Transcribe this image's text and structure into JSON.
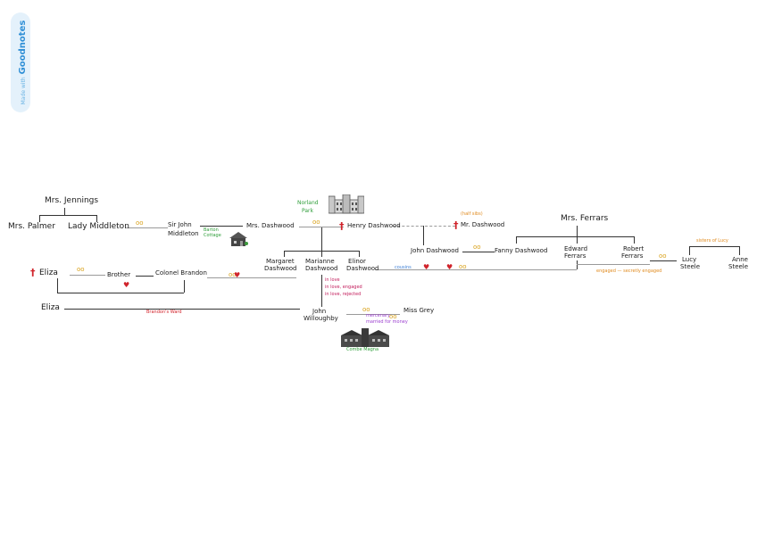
{
  "badge": {
    "small": "Made with",
    "brand": "Goodnotes"
  },
  "people": {
    "mrs_jennings": "Mrs. Jennings",
    "mrs_palmer": "Mrs. Palmer",
    "lady_middleton": "Lady Middleton",
    "sir_john": "Sir John",
    "sir_john_2": "Middleton",
    "mrs_dashwood": "Mrs. Dashwood",
    "henry_dashwood": "Henry Dashwood",
    "margaret": "Margaret",
    "margaret_2": "Dashwood",
    "marianne": "Marianne",
    "marianne_2": "Dashwood",
    "elinor": "Elinor",
    "elinor_2": "Dashwood",
    "john_dashwood": "John Dashwood",
    "mr_dashwood": "Mr. Dashwood",
    "fanny_dashwood": "Fanny Dashwood",
    "mrs_ferrars": "Mrs. Ferrars",
    "edward": "Edward",
    "edward_2": "Ferrars",
    "robert": "Robert",
    "robert_2": "Ferrars",
    "lucy": "Lucy",
    "lucy_2": "Steele",
    "anne": "Anne",
    "anne_2": "Steele",
    "eliza_elder": "Eliza",
    "brother": "Brother",
    "colonel_brandon": "Colonel Brandon",
    "eliza": "Eliza",
    "john_willoughby": "John",
    "john_willoughby_2": "Willoughby",
    "miss_grey": "Miss Grey"
  },
  "places": {
    "norland": "Norland",
    "norland_2": "Park",
    "barton": "Barton",
    "barton_2": "Cottage",
    "combe": "Combe Magna"
  },
  "notes": {
    "half_sibs": "(half sibs)",
    "sisters_of_lucy": "sisters of Lucy",
    "engaged": "engaged — secretly engaged",
    "marianne_1": "in love",
    "marianne_2": "in love, engaged",
    "marianne_3": "in love, rejected",
    "eliza_note": "Brandon's Ward",
    "mercenary": "mercenary",
    "married_for_money": "married for money",
    "cousins": "cousins"
  },
  "colors": {
    "ink": "#1a1a1a",
    "connector": "#333333",
    "grey_connector": "#9a9a9a",
    "death_cross": "#d0232b",
    "heart": "#d0232b",
    "rings": "#d9a21b",
    "place_green": "#2f9e3a",
    "note_orange": "#e08a1e",
    "note_purple": "#9c3fcf",
    "note_magenta": "#c21a5a",
    "note_blue": "#3d7fd6",
    "badge_blue": "#2f8fd6"
  },
  "icons": [
    "death-cross-icon",
    "heart-icon",
    "wedding-rings-icon",
    "manor-house-icon",
    "cottage-icon",
    "mansion-icon"
  ]
}
